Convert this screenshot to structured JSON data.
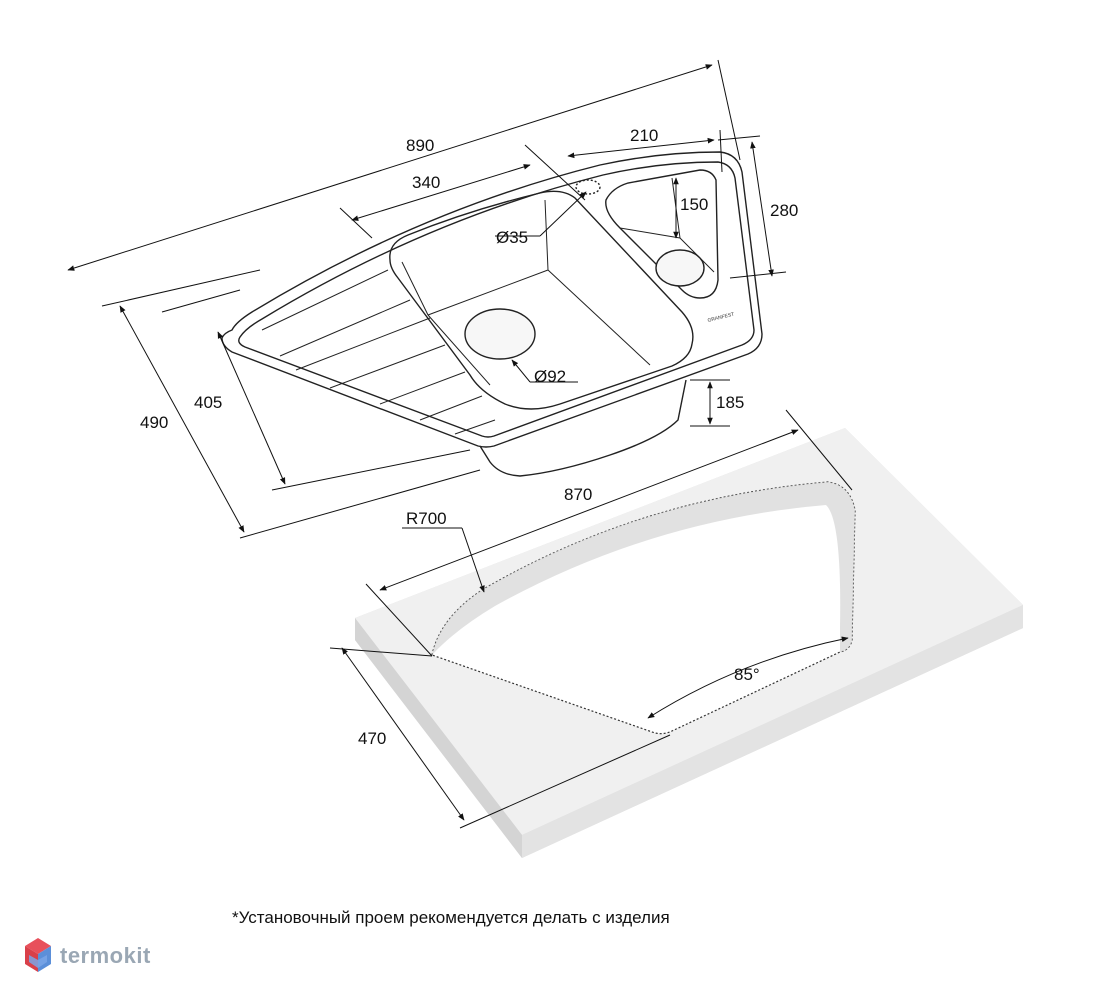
{
  "dimensions": {
    "overall_length": "890",
    "main_bowl_width": "340",
    "small_bowl_width": "210",
    "small_bowl_depth": "150",
    "side_depth": "280",
    "tap_hole": "Ø35",
    "drain_hole": "Ø92",
    "bowl_depth": "185",
    "inner_depth": "405",
    "overall_depth": "490",
    "cutout_length": "870",
    "cutout_radius": "R700",
    "cutout_depth": "470",
    "cutout_angle": "85°"
  },
  "product_mark": "GRANFEST",
  "note": "*Установочный проем рекомендуется делать с изделия",
  "brand": {
    "name": "termokit",
    "color": "#9aa7b4",
    "logo_colors": [
      "#e8505b",
      "#5b8fd9"
    ]
  }
}
